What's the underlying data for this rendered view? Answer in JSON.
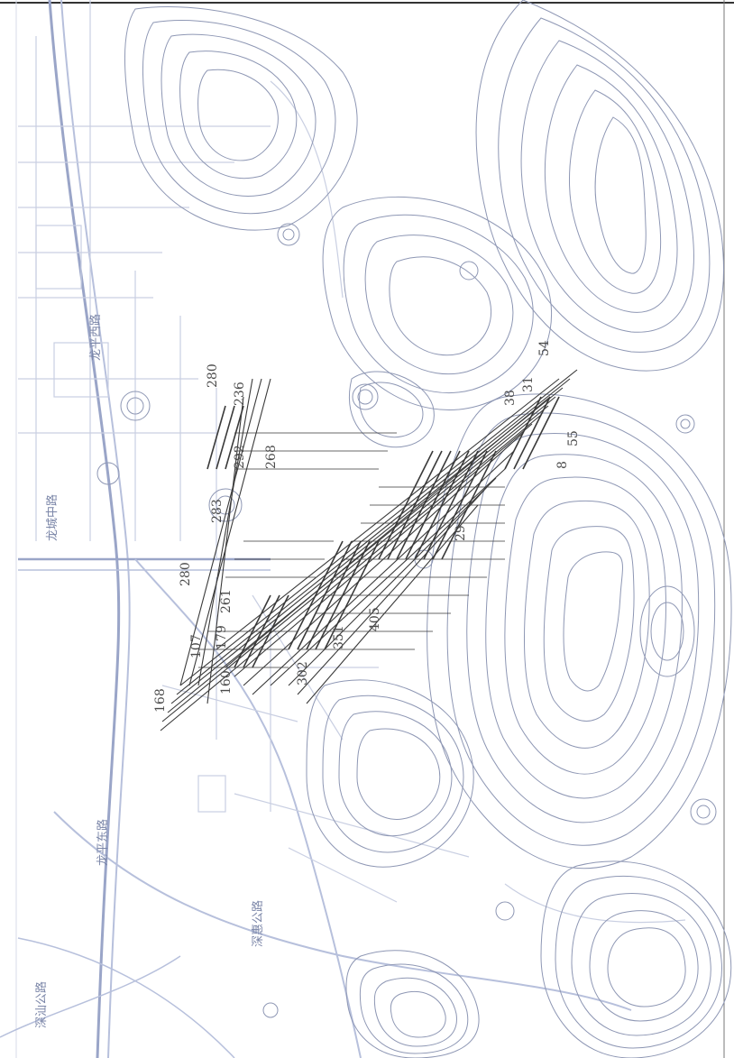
{
  "map": {
    "colors": {
      "background": "#ffffff",
      "contour": "#8e97b4",
      "contour_dark": "#6f7894",
      "road": "#b7c0dc",
      "road_major": "#9aa5c8",
      "survey": "#3a3a3a",
      "label": "#7b86a8"
    },
    "road_labels": [
      {
        "text": "龙城中路"
      },
      {
        "text": "龙平东路"
      },
      {
        "text": "深惠公路"
      },
      {
        "text": "深汕公路"
      },
      {
        "text": "龙平西路"
      }
    ],
    "survey_numbers": [
      "54",
      "55",
      "8",
      "31",
      "38",
      "405",
      "351",
      "302",
      "168",
      "107",
      "280",
      "283",
      "292",
      "236",
      "280",
      "268",
      "29",
      "261",
      "179",
      "160"
    ]
  }
}
